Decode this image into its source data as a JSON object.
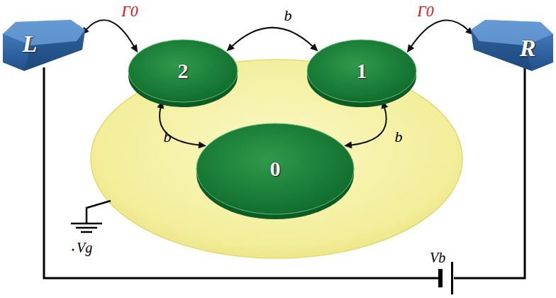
{
  "diagram": {
    "nodes": [
      {
        "text": [
          "L"
        ]
      },
      {
        "text": [
          "2"
        ]
      },
      {
        "text": [
          "1"
        ]
      },
      {
        "text": [
          "R"
        ]
      },
      {
        "text": [
          "0"
        ]
      }
    ],
    "edges": [
      {
        "from": 0,
        "to": 1,
        "label": "Γ0",
        "arrow": "both"
      },
      {
        "from": 1,
        "to": 2,
        "label": "b",
        "arrow": "both"
      },
      {
        "from": 1,
        "to": 4,
        "label": "b",
        "arrow": "both"
      },
      {
        "from": 2,
        "to": 4,
        "label": "b",
        "arrow": "both"
      },
      {
        "from": 3,
        "to": 2,
        "label": "Γ0",
        "arrow": "both"
      }
    ],
    "labels": [
      "Vg",
      "Vb"
    ]
  }
}
